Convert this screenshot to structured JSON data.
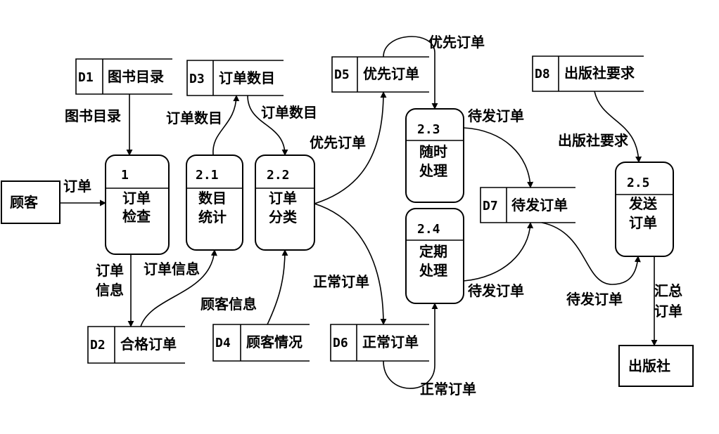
{
  "entities": {
    "customer": "顾客",
    "publisher": "出版社"
  },
  "processes": {
    "p1": {
      "id": "1",
      "line1": "订单",
      "line2": "检查"
    },
    "p21": {
      "id": "2.1",
      "line1": "数目",
      "line2": "统计"
    },
    "p22": {
      "id": "2.2",
      "line1": "订单",
      "line2": "分类"
    },
    "p23": {
      "id": "2.3",
      "line1": "随时",
      "line2": "处理"
    },
    "p24": {
      "id": "2.4",
      "line1": "定期",
      "line2": "处理"
    },
    "p25": {
      "id": "2.5",
      "line1": "发送",
      "line2": "订单"
    }
  },
  "stores": {
    "d1": {
      "id": "D1",
      "name": "图书目录"
    },
    "d2": {
      "id": "D2",
      "name": "合格订单"
    },
    "d3": {
      "id": "D3",
      "name": "订单数目"
    },
    "d4": {
      "id": "D4",
      "name": "顾客情况"
    },
    "d5": {
      "id": "D5",
      "name": "优先订单"
    },
    "d6": {
      "id": "D6",
      "name": "正常订单"
    },
    "d7": {
      "id": "D7",
      "name": "待发订单"
    },
    "d8": {
      "id": "D8",
      "name": "出版社要求"
    }
  },
  "flows": {
    "order": "订单",
    "catalog": "图书目录",
    "order_info_a_1": "订单",
    "order_info_a_2": "信息",
    "order_info_b": "订单信息",
    "order_count_up": "订单数目",
    "order_count_down": "订单数目",
    "customer_info": "顾客信息",
    "priority_out": "优先订单",
    "priority_in": "优先订单",
    "normal_out": "正常订单",
    "normal_in": "正常订单",
    "pending_a": "待发订单",
    "pending_b": "待发订单",
    "pending_c": "待发订单",
    "publisher_req": "出版社要求",
    "summary_1": "汇总",
    "summary_2": "订单"
  }
}
